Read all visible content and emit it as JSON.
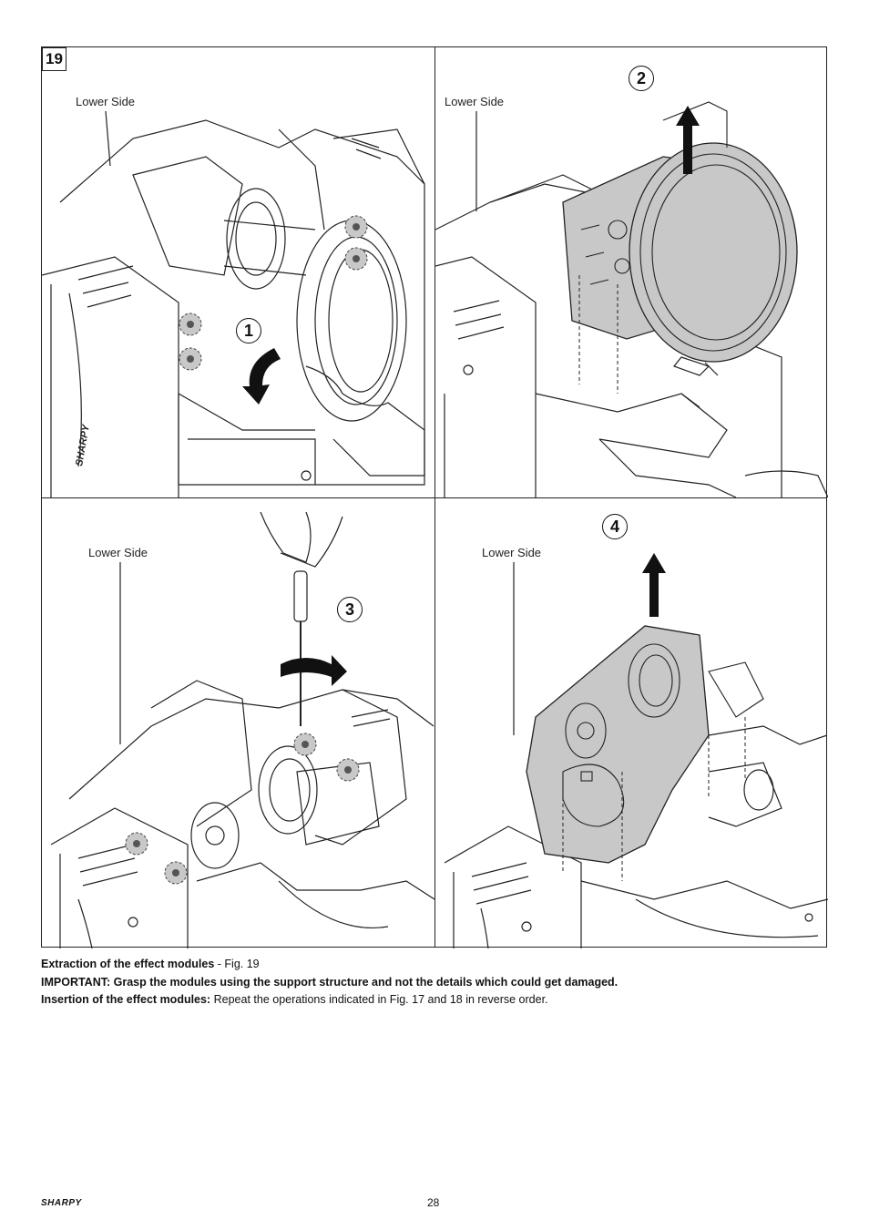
{
  "figure": {
    "number": "19",
    "panels": [
      {
        "label": "Lower Side",
        "step": "1"
      },
      {
        "label": "Lower Side",
        "step": "2"
      },
      {
        "label": "Lower Side",
        "step": "3"
      },
      {
        "label": "Lower Side",
        "step": "4"
      }
    ],
    "fixture_brand_mark": "SHARPY"
  },
  "captions": {
    "line1_bold": "Extraction of the effect modules",
    "line1_rest": " - Fig. 19",
    "line2_bold": "IMPORTANT: Grasp the modules using the support structure and not the details which could get damaged.",
    "line3_bold": "Insertion of the effect modules:",
    "line3_rest": " Repeat the operations indicated in Fig. 17 and 18 in reverse order."
  },
  "footer": {
    "brand": "SHARPY",
    "page": "28"
  },
  "colors": {
    "line": "#222222",
    "highlight": "#c8c8c8",
    "screw_marker": "#9a9a9a"
  }
}
